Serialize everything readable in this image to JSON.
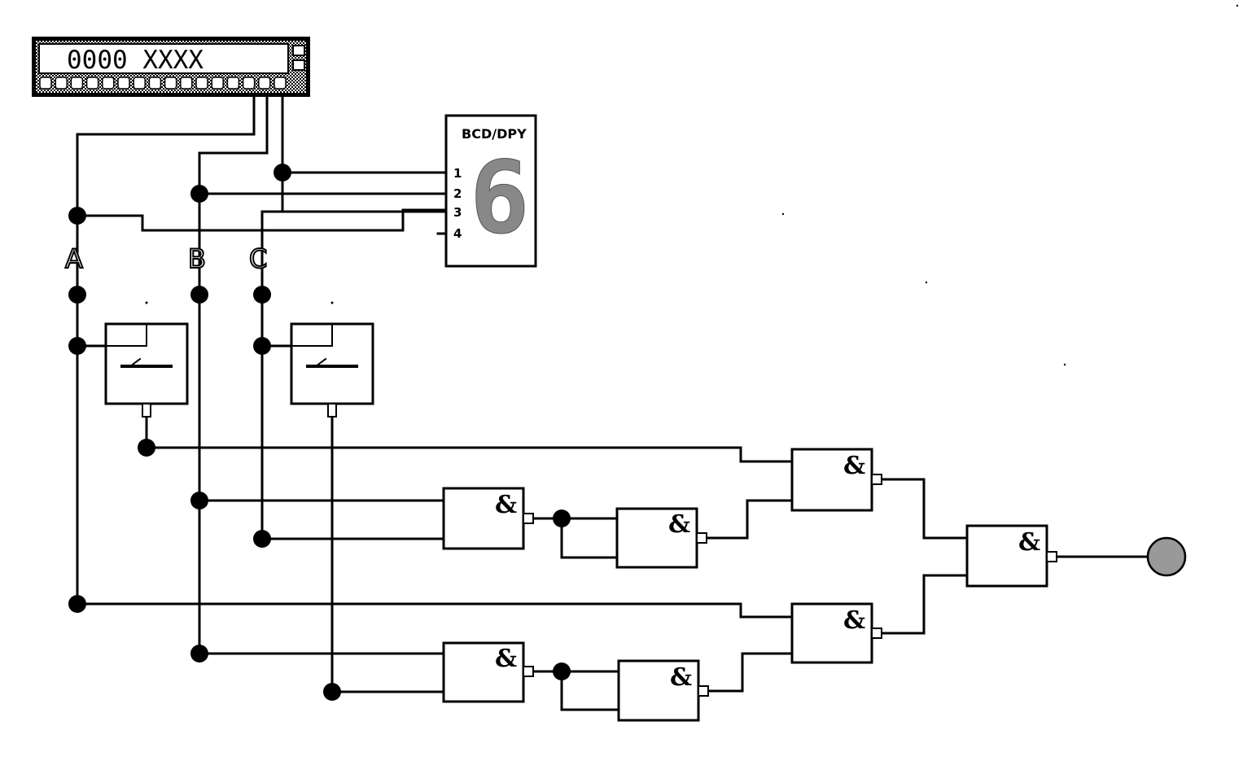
{
  "generator": {
    "display_text": "0000  XXXX"
  },
  "bcd_display": {
    "title": "BCD/DPY",
    "digit": "6",
    "pins": [
      "1",
      "2",
      "3",
      "4"
    ]
  },
  "inputs": {
    "a_label": "A",
    "b_label": "B",
    "c_label": "C"
  },
  "gates": {
    "and_symbol": "&"
  },
  "probe": {
    "color": "#999999"
  }
}
